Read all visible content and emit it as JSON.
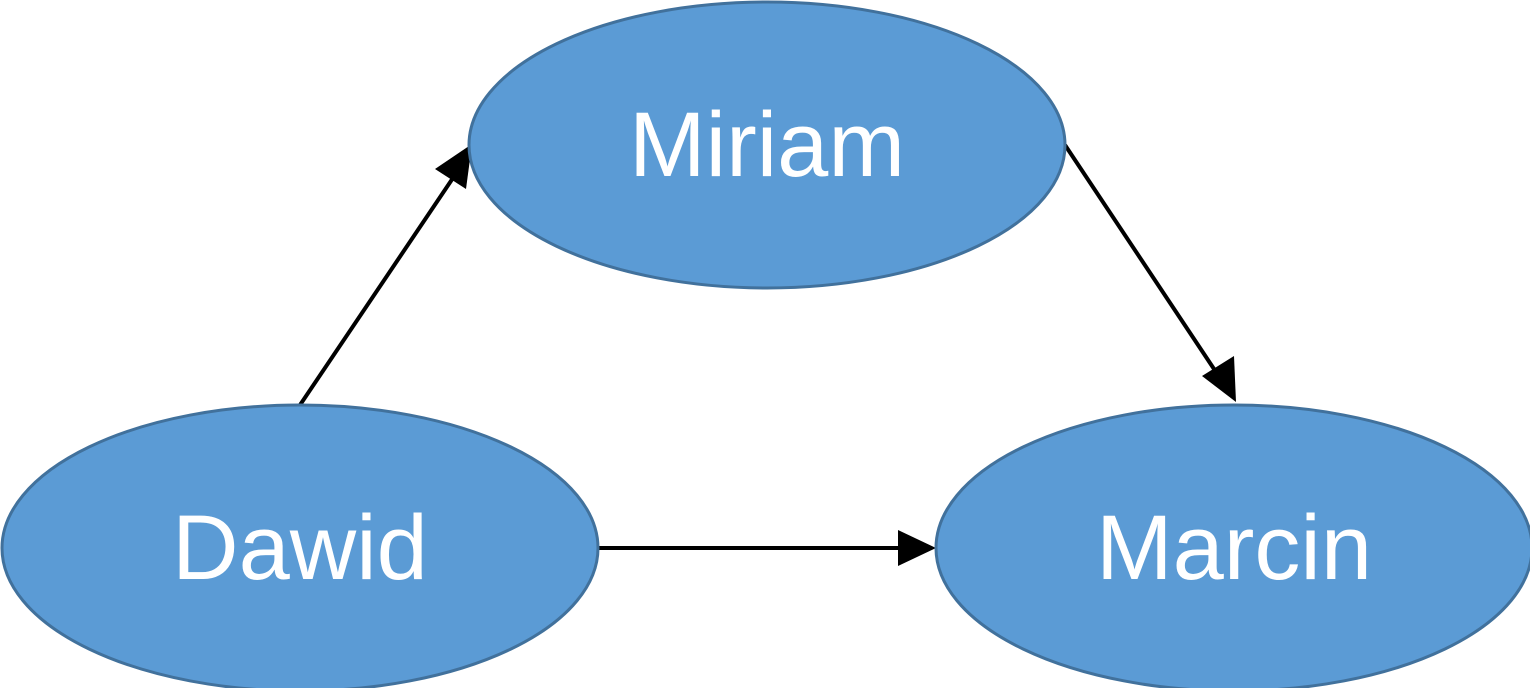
{
  "colors": {
    "node_fill": "#5b9bd5",
    "node_stroke": "#41719c",
    "label": "#ffffff",
    "edge": "#000000"
  },
  "nodes": {
    "miriam": {
      "label": "Miriam"
    },
    "dawid": {
      "label": "Dawid"
    },
    "marcin": {
      "label": "Marcin"
    }
  },
  "edges": [
    {
      "from": "dawid",
      "to": "miriam"
    },
    {
      "from": "miriam",
      "to": "marcin"
    },
    {
      "from": "dawid",
      "to": "marcin"
    }
  ]
}
